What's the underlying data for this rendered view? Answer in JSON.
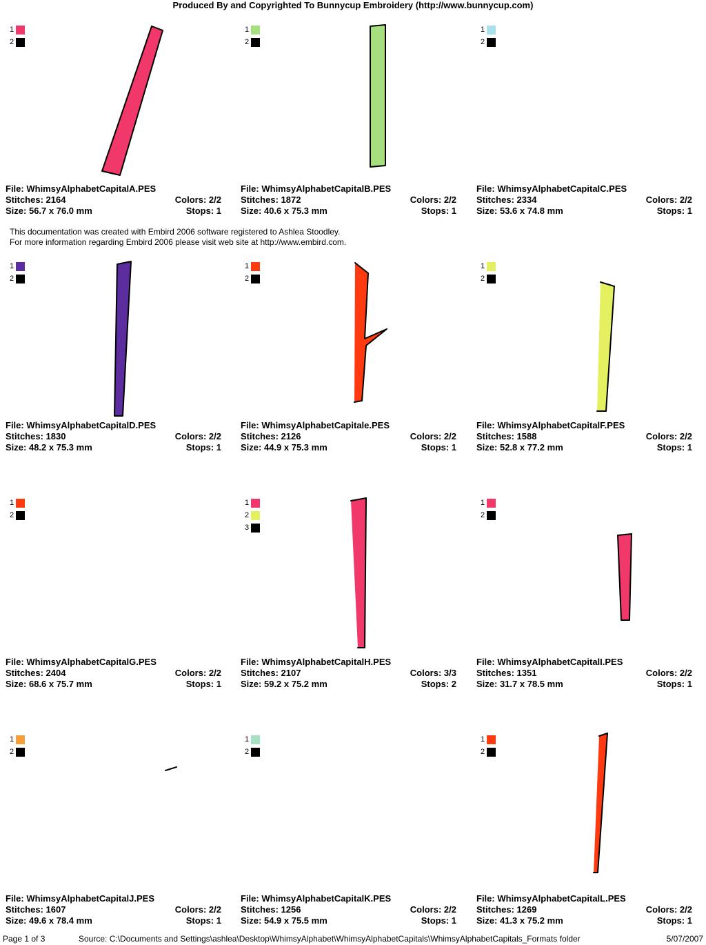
{
  "header": "Produced By and Copyrighted To Bunnycup Embroidery (http://www.bunnycup.com)",
  "notice": {
    "line1": "This documentation was created with Embird 2006 software registered to Ashlea Stoodley.",
    "line2": "For more information regarding Embird 2006 please visit web site at http://www.embird.com."
  },
  "file_label": "File:",
  "stitches_label": "Stitches:",
  "size_label": "Size:",
  "colors_label": "Colors:",
  "stops_label": "Stops:",
  "designs": [
    {
      "letter": "A",
      "file": "WhimsyAlphabetCapitalA.PES",
      "stitches": "2164",
      "size": "56.7 x 76.0 mm",
      "colors": "2/2",
      "stops": "1",
      "swatches": [
        {
          "num": "1",
          "color": "#f0386b"
        },
        {
          "num": "2",
          "color": "#000000"
        }
      ]
    },
    {
      "letter": "B",
      "file": "WhimsyAlphabetCapitalB.PES",
      "stitches": "1872",
      "size": "40.6 x 75.3 mm",
      "colors": "2/2",
      "stops": "1",
      "swatches": [
        {
          "num": "1",
          "color": "#a6e07e"
        },
        {
          "num": "2",
          "color": "#000000"
        }
      ]
    },
    {
      "letter": "C",
      "file": "WhimsyAlphabetCapitalC.PES",
      "stitches": "2334",
      "size": "53.6 x 74.8 mm",
      "colors": "2/2",
      "stops": "1",
      "swatches": [
        {
          "num": "1",
          "color": "#a8e0ec"
        },
        {
          "num": "2",
          "color": "#000000"
        }
      ]
    },
    {
      "letter": "D",
      "file": "WhimsyAlphabetCapitalD.PES",
      "stitches": "1830",
      "size": "48.2 x 75.3 mm",
      "colors": "2/2",
      "stops": "1",
      "swatches": [
        {
          "num": "1",
          "color": "#5b2d9e"
        },
        {
          "num": "2",
          "color": "#000000"
        }
      ]
    },
    {
      "letter": "E",
      "file": "WhimsyAlphabetCapitale.PES",
      "stitches": "2126",
      "size": "44.9 x 75.3 mm",
      "colors": "2/2",
      "stops": "1",
      "swatches": [
        {
          "num": "1",
          "color": "#ff3a10"
        },
        {
          "num": "2",
          "color": "#000000"
        }
      ]
    },
    {
      "letter": "F",
      "file": "WhimsyAlphabetCapitalF.PES",
      "stitches": "1588",
      "size": "52.8 x 77.2 mm",
      "colors": "2/2",
      "stops": "1",
      "swatches": [
        {
          "num": "1",
          "color": "#e4f060"
        },
        {
          "num": "2",
          "color": "#000000"
        }
      ]
    },
    {
      "letter": "G",
      "file": "WhimsyAlphabetCapitalG.PES",
      "stitches": "2404",
      "size": "68.6 x 75.7 mm",
      "colors": "2/2",
      "stops": "1",
      "swatches": [
        {
          "num": "1",
          "color": "#ff3a10"
        },
        {
          "num": "2",
          "color": "#000000"
        }
      ]
    },
    {
      "letter": "H",
      "file": "WhimsyAlphabetCapitalH.PES",
      "stitches": "2107",
      "size": "59.2 x 75.2 mm",
      "colors": "3/3",
      "stops": "2",
      "swatches": [
        {
          "num": "1",
          "color": "#f0386b"
        },
        {
          "num": "2",
          "color": "#e4f060"
        },
        {
          "num": "3",
          "color": "#000000"
        }
      ]
    },
    {
      "letter": "I",
      "file": "WhimsyAlphabetCapitalI.PES",
      "stitches": "1351",
      "size": "31.7 x 78.5 mm",
      "colors": "2/2",
      "stops": "1",
      "swatches": [
        {
          "num": "1",
          "color": "#f0386b"
        },
        {
          "num": "2",
          "color": "#000000"
        }
      ]
    },
    {
      "letter": "J",
      "file": "WhimsyAlphabetCapitalJ.PES",
      "stitches": "1607",
      "size": "49.6 x 78.4 mm",
      "colors": "2/2",
      "stops": "1",
      "swatches": [
        {
          "num": "1",
          "color": "#f5a03c"
        },
        {
          "num": "2",
          "color": "#000000"
        }
      ]
    },
    {
      "letter": "K",
      "file": "WhimsyAlphabetCapitalK.PES",
      "stitches": "1256",
      "size": "54.9 x 75.5 mm",
      "colors": "2/2",
      "stops": "1",
      "swatches": [
        {
          "num": "1",
          "color": "#a8e0c6"
        },
        {
          "num": "2",
          "color": "#000000"
        }
      ]
    },
    {
      "letter": "L",
      "file": "WhimsyAlphabetCapitalL.PES",
      "stitches": "1269",
      "size": "41.3 x 75.2 mm",
      "colors": "2/2",
      "stops": "1",
      "swatches": [
        {
          "num": "1",
          "color": "#ff3a10"
        },
        {
          "num": "2",
          "color": "#000000"
        }
      ]
    }
  ],
  "footer": {
    "page": "Page 1 of 3",
    "source": "Source: C:\\Documents and Settings\\ashlea\\Desktop\\WhimsyAlphabet\\WhimsyAlphabetCapitals\\WhimsyAlphabetCapitals_Formats folder",
    "date": "5/07/2007"
  }
}
